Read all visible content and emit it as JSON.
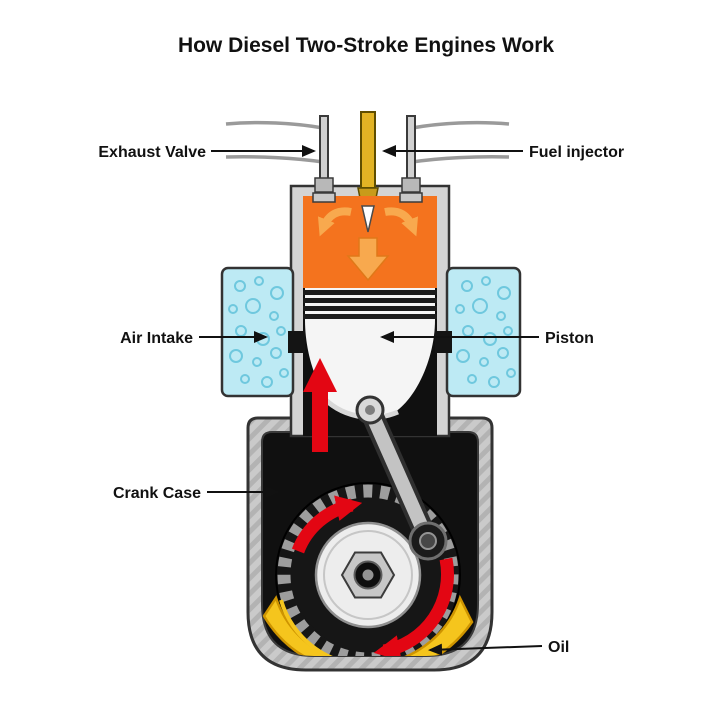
{
  "title": "How Diesel Two-Stroke Engines Work",
  "labels": {
    "exhaust_valve": "Exhaust Valve",
    "fuel_injector": "Fuel injector",
    "air_intake": "Air Intake",
    "piston": "Piston",
    "crank_case": "Crank Case",
    "oil": "Oil"
  },
  "colors": {
    "combustion_chamber": "#F4731E",
    "chamber_arrow": "#F8A94E",
    "injector_body": "#E2B324",
    "air_intake_fill": "#BDEAF4",
    "bubble_stroke": "#6FC8DE",
    "oil": "#F5C51D",
    "arrow_red": "#E30613",
    "metal_light": "#D4D4D4",
    "case_interior": "#101010"
  }
}
